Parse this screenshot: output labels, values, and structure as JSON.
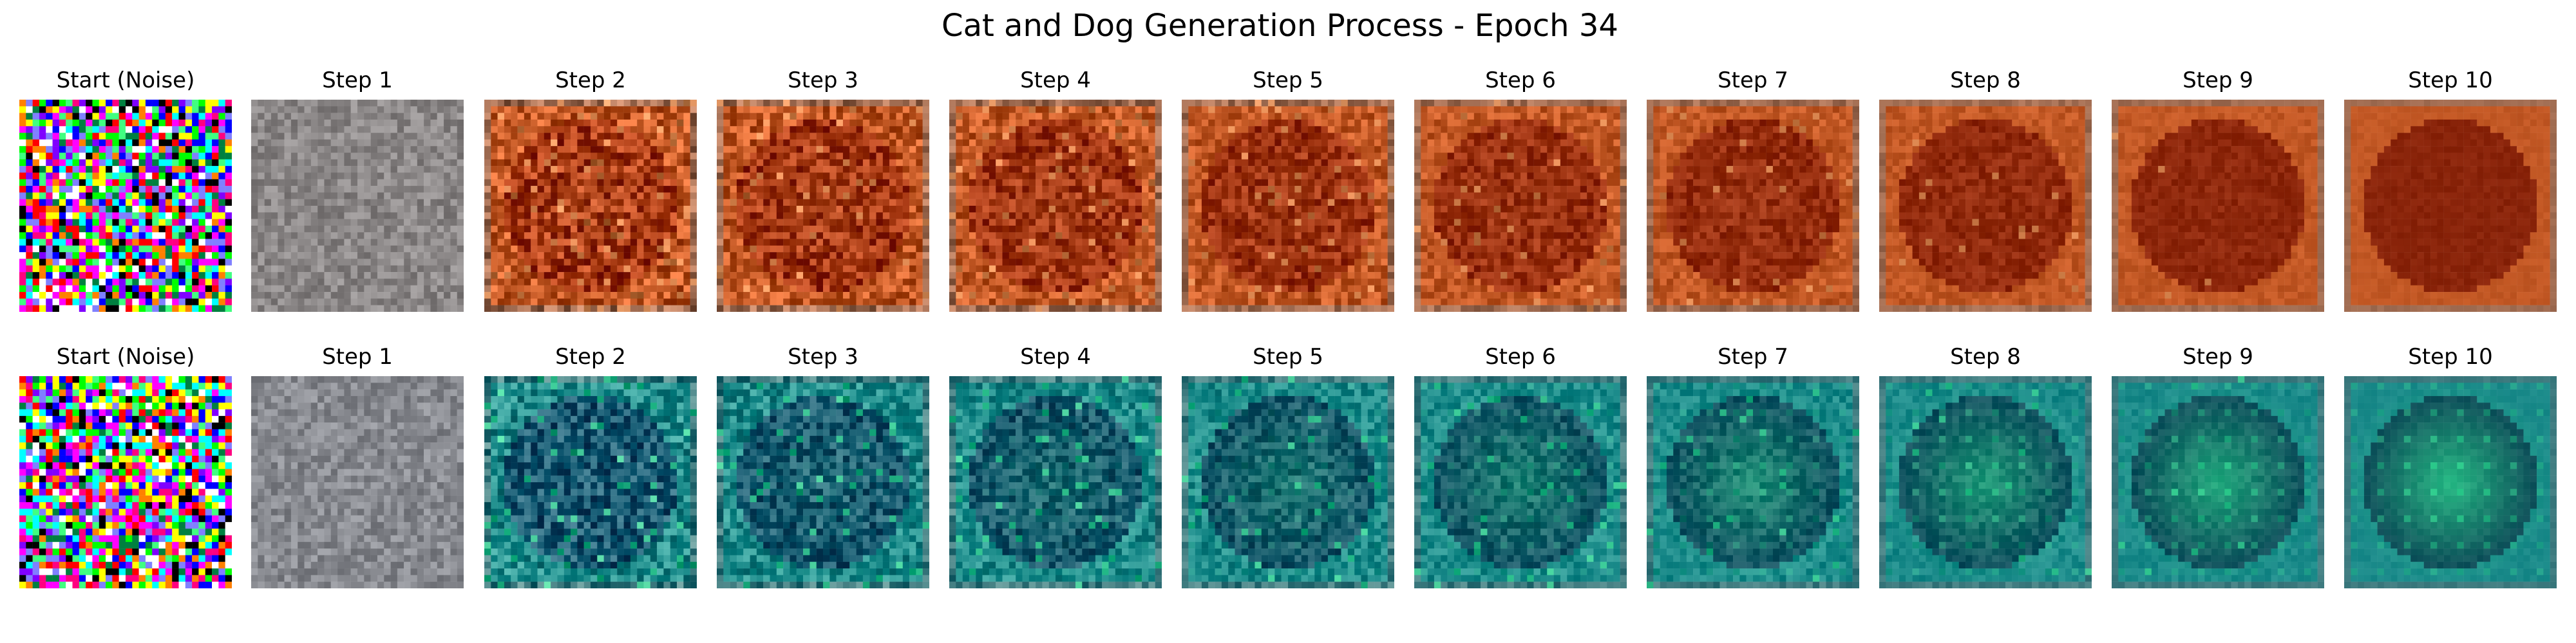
{
  "figure": {
    "title": "Cat and Dog Generation Process - Epoch 34"
  },
  "rows": [
    {
      "name": "cat",
      "palette": {
        "noise_gray": "#8b8787",
        "dark": "#7a1a08",
        "mid": "#b8410f",
        "light": "#d98c55",
        "frame": "#8a7a70"
      },
      "panels": [
        {
          "label": "Start (Noise)"
        },
        {
          "label": "Step 1"
        },
        {
          "label": "Step 2"
        },
        {
          "label": "Step 3"
        },
        {
          "label": "Step 4"
        },
        {
          "label": "Step 5"
        },
        {
          "label": "Step 6"
        },
        {
          "label": "Step 7"
        },
        {
          "label": "Step 8"
        },
        {
          "label": "Step 9"
        },
        {
          "label": "Step 10"
        }
      ]
    },
    {
      "name": "dog",
      "palette": {
        "noise_gray": "#87898f",
        "dark": "#07283f",
        "mid": "#136f89",
        "light": "#2bc98b",
        "frame": "#557078"
      },
      "panels": [
        {
          "label": "Start (Noise)"
        },
        {
          "label": "Step 1"
        },
        {
          "label": "Step 2"
        },
        {
          "label": "Step 3"
        },
        {
          "label": "Step 4"
        },
        {
          "label": "Step 5"
        },
        {
          "label": "Step 6"
        },
        {
          "label": "Step 7"
        },
        {
          "label": "Step 8"
        },
        {
          "label": "Step 9"
        },
        {
          "label": "Step 10"
        }
      ]
    }
  ]
}
